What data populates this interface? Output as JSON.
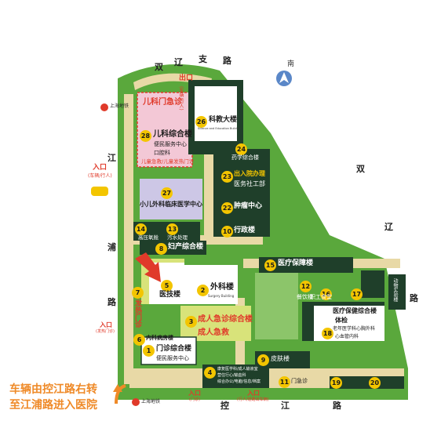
{
  "roads": {
    "north": [
      "双",
      "辽",
      "支",
      "路"
    ],
    "west": [
      "江",
      "浦",
      "路"
    ],
    "east": [
      "双",
      "辽",
      "路"
    ],
    "south": [
      "控",
      "江",
      "路"
    ]
  },
  "compass": {
    "label": "南"
  },
  "metro": {
    "top": "上海地铁",
    "bottom": "上海地铁"
  },
  "exit": {
    "label": "出口",
    "sub": "(车辆/行人)"
  },
  "entrances": {
    "west_main": {
      "label": "入口",
      "sub": "(车辆/行人)"
    },
    "west_emergency": {
      "label": "入口",
      "sub": "(发热门诊)"
    },
    "south_main": {
      "label": "入口",
      "sub": "(门诊)"
    },
    "south_east": {
      "label": "入口",
      "sub": "(行人/道路出车辆)"
    }
  },
  "buildings": [
    {
      "num": "28",
      "name": "儿科综合楼",
      "lines": [
        "儿科门急诊",
        "便民服务中心",
        "口腔科",
        "儿童急救/儿童发热门诊"
      ]
    },
    {
      "num": "26",
      "name": "科教大楼",
      "sub": "Science and Education Building"
    },
    {
      "num": "24",
      "name": "药学综合楼"
    },
    {
      "num": "23",
      "name": "出入院办理",
      "sub2": "医务社工部"
    },
    {
      "num": "27",
      "name": "小儿外科临床医学中心"
    },
    {
      "num": "22",
      "name": "肿瘤中心"
    },
    {
      "num": "14",
      "name": "高压氧舱"
    },
    {
      "num": "13",
      "name": "污水处理"
    },
    {
      "num": "10",
      "name": "行政楼"
    },
    {
      "num": "8",
      "name": "妇产综合楼"
    },
    {
      "num": "15",
      "name": "医疗保障楼"
    },
    {
      "num": "5",
      "name": "医技楼"
    },
    {
      "num": "2",
      "name": "外科楼",
      "sub": "Surgery Building"
    },
    {
      "num": "7",
      "name": "发热门诊"
    },
    {
      "num": "12",
      "name": "餐饮楼"
    },
    {
      "num": "16",
      "name": "职工食堂"
    },
    {
      "num": "17",
      "name": ""
    },
    {
      "num": "",
      "name": "动物实验楼"
    },
    {
      "num": "3",
      "name": "成人急诊综合楼",
      "sub2": "成人急救"
    },
    {
      "num": "18",
      "name": "医疗保健综合楼",
      "lines": [
        "体检",
        "老年医学科心胸外科",
        "心血管内科"
      ]
    },
    {
      "num": "6",
      "name": "内科病房楼"
    },
    {
      "num": "1",
      "name": "门诊综合楼",
      "sub2": "便民服务中心"
    },
    {
      "num": "9",
      "name": "皮肤楼"
    },
    {
      "num": "4",
      "name": "",
      "lines": [
        "康复医学科/成人输液室",
        "营住行心/输血科",
        "综合办公/电脑/信息/档案"
      ]
    },
    {
      "num": "11",
      "name": "门急诊"
    },
    {
      "num": "19",
      "name": ""
    },
    {
      "num": "20",
      "name": ""
    }
  ],
  "notice": {
    "line1": "车辆由控江路右转",
    "line2": "至江浦路进入医院"
  },
  "colors": {
    "green": "#5aa83c",
    "road_yellow": "#e8d9a6",
    "pink": "#f3c8d6",
    "lavender": "#cdc7e6",
    "yellow_green": "#d8e37a",
    "red": "#e03a2a",
    "dark": "#1a1a1a",
    "orange": "#ef8a28"
  }
}
